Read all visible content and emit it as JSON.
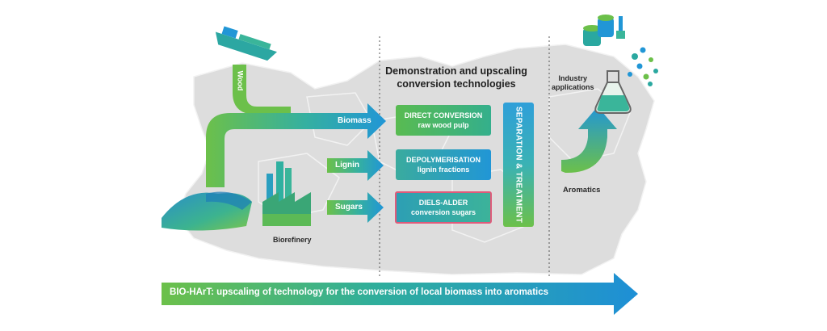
{
  "heading": {
    "line1": "Demonstration and upscaling",
    "line2": "conversion technologies"
  },
  "flows": {
    "wood": "Wood",
    "biomass": "Biomass",
    "lignin": "Lignin",
    "sugars": "Sugars",
    "aromatics": "Aromatics"
  },
  "labels": {
    "biorefinery": "Biorefinery",
    "industry_line1": "Industry",
    "industry_line2": "applications"
  },
  "processes": [
    {
      "title": "DIRECT CONVERSION",
      "subtitle": "raw wood pulp"
    },
    {
      "title": "DEPOLYMERISATION",
      "subtitle": "lignin fractions"
    },
    {
      "title": "DIELS-ALDER",
      "subtitle": "conversion sugars"
    }
  ],
  "separation": "SEPARATION & TREATMENT",
  "banner": "BIO-HArT: upscaling of technology for the conversion of local biomass into aromatics",
  "colors": {
    "green": "#6cc04a",
    "teal": "#2aa8a0",
    "blue": "#2196d6",
    "map_gray": "#dcdcdc",
    "diels_alder_border": "#e05a7a"
  }
}
